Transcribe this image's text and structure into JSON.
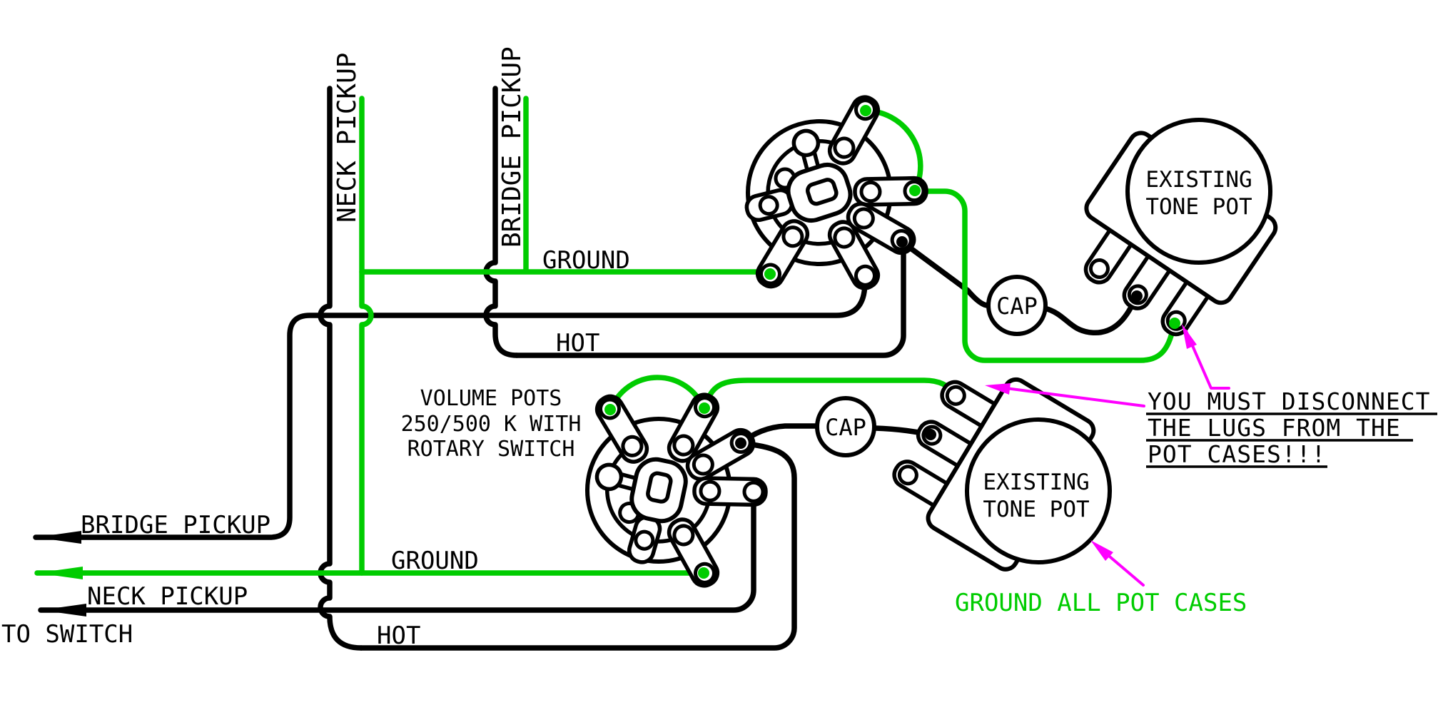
{
  "labels": {
    "neck_pickup_vertical": "NECK PICKUP",
    "bridge_pickup_vertical": "BRIDGE PICKUP",
    "ground_top": "GROUND",
    "hot_top": "HOT",
    "ground_bottom": "GROUND",
    "hot_bottom": "HOT",
    "bridge_pickup_out": "BRIDGE PICKUP",
    "neck_pickup_out": "NECK PICKUP",
    "to_switch": "TO SWITCH"
  },
  "note_volume_pots": {
    "line1": "VOLUME POTS",
    "line2": "250/500 K WITH",
    "line3": "ROTARY SWITCH"
  },
  "tone_pot_top": {
    "line1": "EXISTING",
    "line2": "TONE POT"
  },
  "tone_pot_bottom": {
    "line1": "EXISTING",
    "line2": "TONE POT"
  },
  "cap_top": "CAP",
  "cap_bottom": "CAP",
  "warning_note": {
    "line1": "YOU MUST DISCONNECT",
    "line2": "THE LUGS FROM THE",
    "line3": "POT CASES!!!"
  },
  "ground_note": "GROUND ALL POT CASES",
  "colors": {
    "wire_black": "#000000",
    "wire_green": "#00CC00",
    "annotation_magenta": "#FF00FF"
  }
}
